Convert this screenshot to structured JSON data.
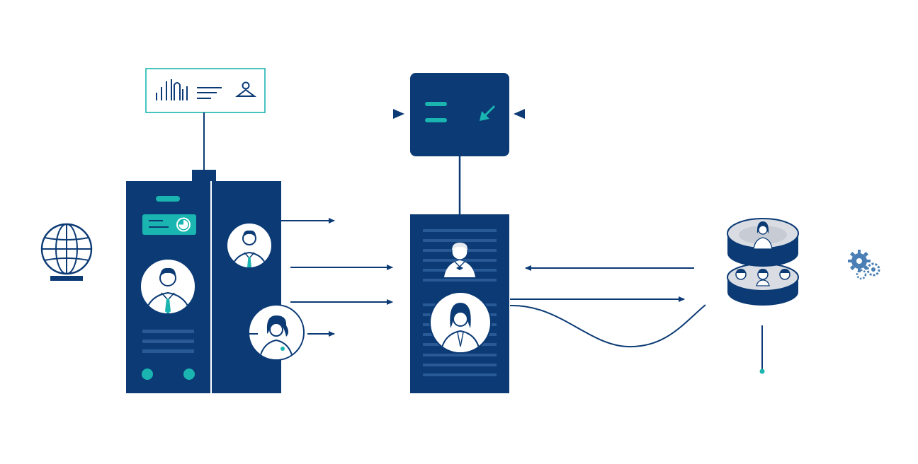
{
  "colors": {
    "navy": "#0b3a75",
    "teal": "#1ab5b0",
    "line": "#0b3a75",
    "white": "#ffffff",
    "gray_light": "#d9dde3",
    "stripe": "#2a5a95"
  },
  "nodes": {
    "globe": {
      "icon": "globe-icon"
    },
    "analytics_panel": {
      "icons": [
        "bar-chart-icon",
        "text-lines-icon",
        "user-icon"
      ]
    },
    "server_left": {
      "icons": [
        "status-indicator-icon",
        "avatar-man-icon",
        "avatar-woman-icon"
      ]
    },
    "control_box": {
      "icons": [
        "menu-icon",
        "arrow-down-left-icon"
      ]
    },
    "server_center": {
      "icons": [
        "avatar-man-icon",
        "avatar-woman-icon"
      ]
    },
    "database": {
      "icon": "database-users-icon"
    },
    "gears": {
      "icon": "gears-icon"
    }
  },
  "connections": [
    {
      "from": "server_left",
      "to": "server_center",
      "kind": "arrow"
    },
    {
      "from": "server_center",
      "to": "database",
      "kind": "arrow"
    },
    {
      "from": "database",
      "to": "server_center",
      "kind": "arrow"
    },
    {
      "from": "server_center",
      "to": "database",
      "kind": "curve"
    },
    {
      "from": "analytics_panel",
      "to": "server_left",
      "kind": "line"
    },
    {
      "from": "control_box",
      "to": "server_center",
      "kind": "line"
    }
  ]
}
